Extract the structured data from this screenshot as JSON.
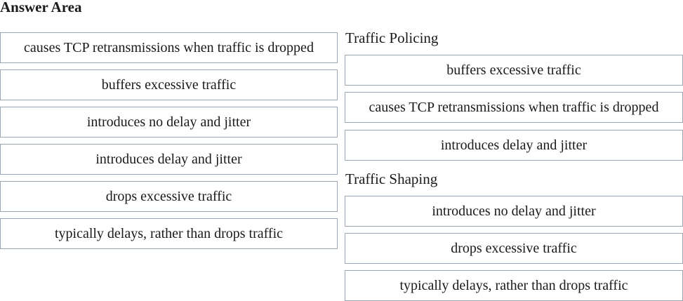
{
  "header": {
    "title": "Answer Area"
  },
  "source_items": [
    "causes TCP retransmissions when traffic is dropped",
    "buffers excessive traffic",
    "introduces no delay and jitter",
    "introduces delay and jitter",
    "drops excessive traffic",
    "typically delays, rather than drops traffic"
  ],
  "targets": {
    "policing": {
      "label": "Traffic Policing",
      "items": [
        "buffers excessive traffic",
        "causes TCP retransmissions when traffic is dropped",
        "introduces delay and jitter"
      ]
    },
    "shaping": {
      "label": "Traffic Shaping",
      "items": [
        "introduces no delay and jitter",
        "drops excessive traffic",
        "typically delays, rather than drops traffic"
      ]
    }
  },
  "colors": {
    "border": "#9aa6b2",
    "text": "#1a1a1a"
  }
}
